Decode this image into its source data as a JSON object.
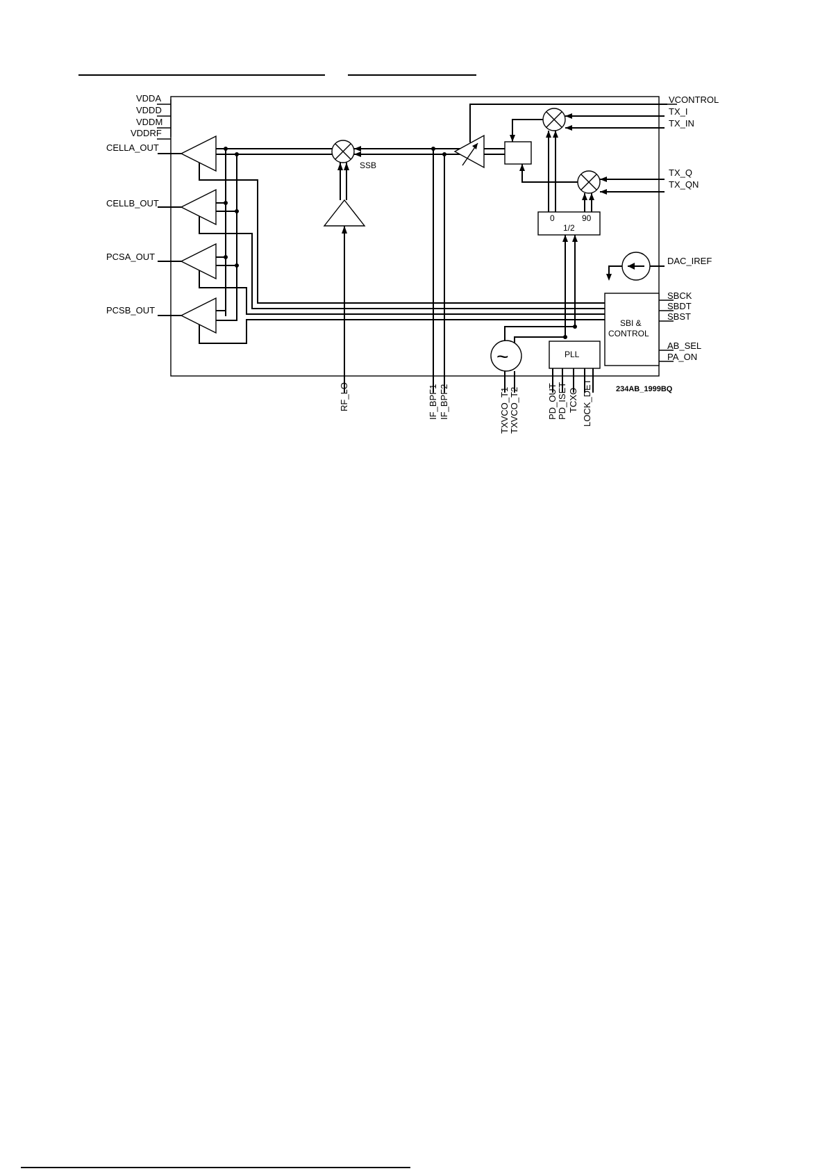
{
  "diagram": {
    "supply_pins": [
      "VDDA",
      "VDDD",
      "VDDM",
      "VDDRF"
    ],
    "left_outputs": [
      "CELLA_OUT",
      "CELLB_OUT",
      "PCSA_OUT",
      "PCSB_OUT"
    ],
    "right_pins": [
      "VCONTROL",
      "TX_I",
      "TX_IN",
      "TX_Q",
      "TX_QN",
      "DAC_IREF",
      "SBCK",
      "SBDT",
      "SBST",
      "AB_SEL",
      "PA_ON"
    ],
    "bottom_pins": [
      "RF_LO",
      "IF_BPF1",
      "IF_BPF2",
      "TXVCO_T1",
      "TXVCO_T2",
      "PD_OUT",
      "PD_ISET",
      "TCXO",
      "LOCK_DET"
    ],
    "blocks": {
      "ssb_label": "SSB",
      "divider_zero": "0",
      "divider_ninety": "90",
      "divider_ratio": "1/2",
      "pll": "PLL",
      "sbi_line1": "SBI &",
      "sbi_line2": "CONTROL",
      "vco_symbol": "~"
    },
    "figure_id": "234AB_1999BQ"
  }
}
